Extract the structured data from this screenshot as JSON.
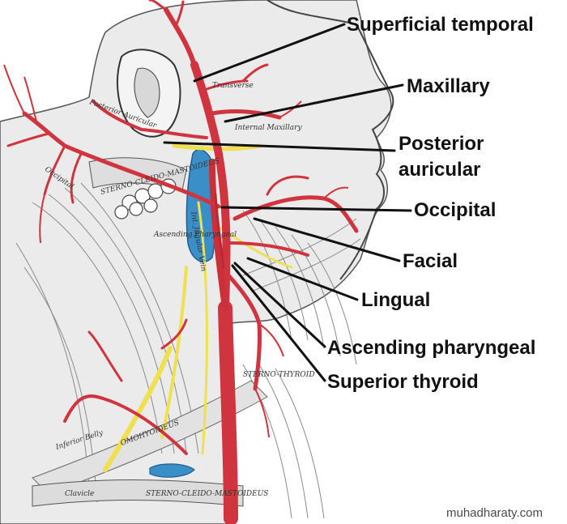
{
  "colors": {
    "artery": "#d0343f",
    "artery_light": "#e88a94",
    "vein": "#3a8fc9",
    "nerve": "#f0e050",
    "muscle_line": "#8a8a8a",
    "skin_fill": "#ebebeb",
    "leader": "#111111"
  },
  "labels": [
    {
      "id": "superficial-temporal",
      "lines": [
        "Superficial temporal"
      ]
    },
    {
      "id": "maxillary",
      "lines": [
        "Maxillary"
      ]
    },
    {
      "id": "posterior-auricular",
      "lines": [
        "Posterior",
        "auricular"
      ]
    },
    {
      "id": "occipital",
      "lines": [
        "Occipital"
      ]
    },
    {
      "id": "facial",
      "lines": [
        "Facial"
      ]
    },
    {
      "id": "lingual",
      "lines": [
        "Lingual"
      ]
    },
    {
      "id": "ascending-pharyngeal",
      "lines": [
        "Ascending pharyngeal"
      ]
    },
    {
      "id": "superior-thyroid",
      "lines": [
        "Superior thyroid"
      ]
    }
  ],
  "engraving_text": {
    "occipital_muscle": "Occipital",
    "sternocleidomastoid_upper": "STERNO-CLEIDO-MASTOIDEUS",
    "sternocleidomastoid_lower": "STERNO-CLEIDO-MASTOIDEUS",
    "posterior_auricular": "Posterior Auricular",
    "internal_maxillary": "Internal Maxillary",
    "transverse": "Transverse",
    "ascending_pharyngeal": "Ascending Pharyngeal",
    "internal_jugular": "Int. Jugular Vein",
    "omohyoid": "OMOHYOIDEUS",
    "clavicle": "Clavicle",
    "inferior_belly": "Inferior Belly",
    "sternothyroid": "STERNO-THYROID"
  },
  "watermark": "muhadharaty.com"
}
